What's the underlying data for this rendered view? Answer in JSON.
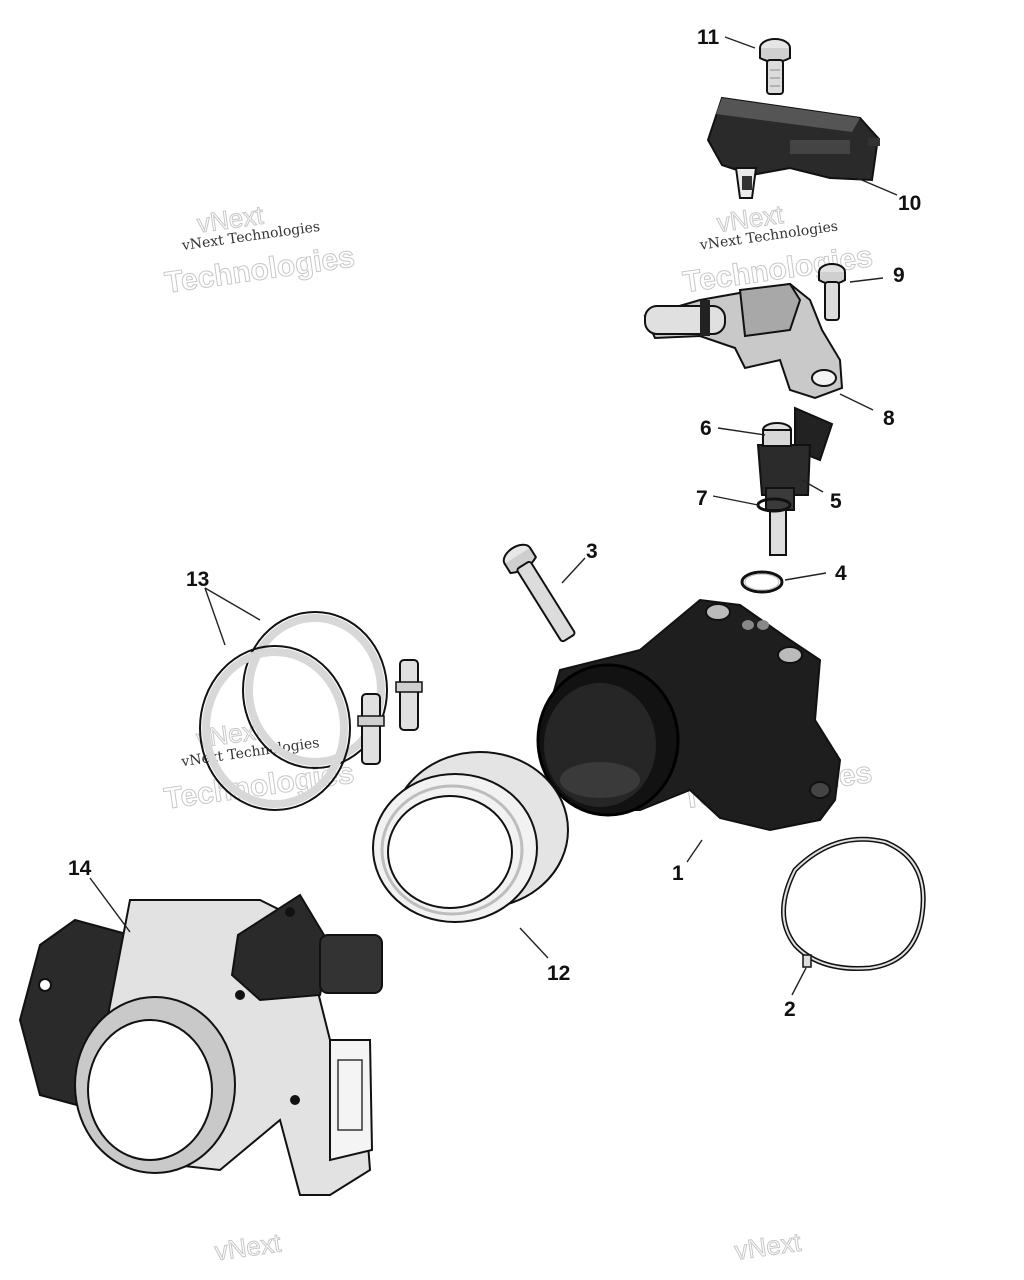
{
  "watermark": {
    "line1": "vNext",
    "line2": "vNext Technologies",
    "line3": "Technologies"
  },
  "callouts": {
    "c1": "1",
    "c2": "2",
    "c3": "3",
    "c4": "4",
    "c5": "5",
    "c6": "6",
    "c7": "7",
    "c8": "8",
    "c9": "9",
    "c10": "10",
    "c11": "11",
    "c12": "12",
    "c13": "13",
    "c14": "14"
  },
  "colors": {
    "part_dark": "#1f1f1f",
    "part_mid": "#4a4a4a",
    "part_light": "#d8d8d8",
    "outline": "#111111"
  }
}
